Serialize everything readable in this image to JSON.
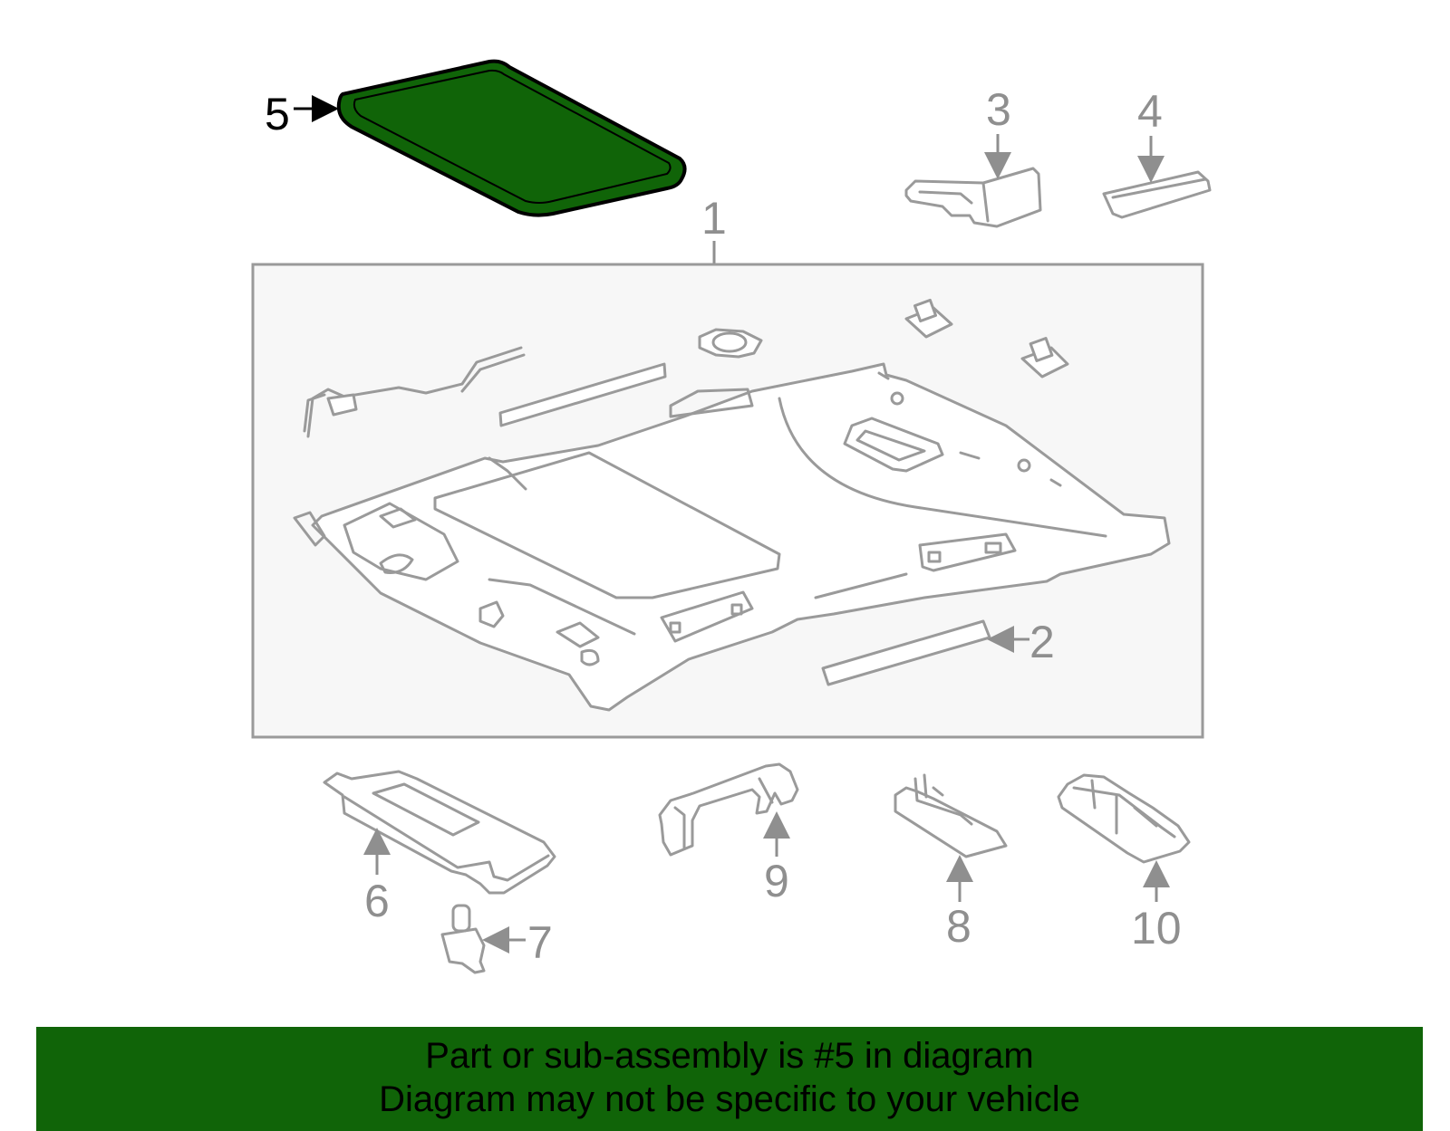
{
  "diagram": {
    "highlighted_part": "5",
    "highlight_color": "#106408",
    "callouts": [
      "1",
      "2",
      "3",
      "4",
      "5",
      "6",
      "7",
      "8",
      "9",
      "10"
    ]
  },
  "banner": {
    "color": "#106408",
    "line1": "Part or sub-assembly is #5 in diagram",
    "line2": "Diagram may not be specific to your vehicle"
  }
}
